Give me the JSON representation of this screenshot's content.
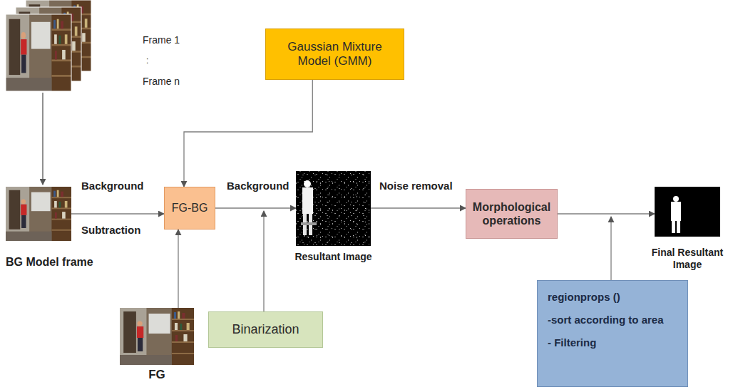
{
  "diagram": {
    "nodes": [
      {
        "text": [
          "Gaussian Mixture Model (GMM)"
        ]
      },
      {
        "text": [
          "BG Model frame"
        ]
      },
      {
        "text": [
          "FG-BG"
        ]
      },
      {
        "text": [
          "Resultant Image"
        ]
      },
      {
        "text": [
          "Morphological operations"
        ]
      },
      {
        "text": [
          "Final Resultant Image"
        ]
      },
      {
        "text": [
          "FG"
        ]
      },
      {
        "text": [
          "Binarization"
        ]
      },
      {
        "text": [
          "regionprops ()",
          "-sort according to area",
          "- Filtering"
        ]
      }
    ],
    "edges": [
      {
        "from": 0,
        "to": 2,
        "arrow": "to"
      },
      {
        "from": 1,
        "to": 2,
        "arrow": "to"
      },
      {
        "from": 6,
        "to": 2,
        "arrow": "to"
      },
      {
        "from": 2,
        "to": 3,
        "arrow": "to"
      },
      {
        "from": 3,
        "to": 4,
        "arrow": "to"
      },
      {
        "from": 4,
        "to": 5,
        "arrow": "to"
      }
    ],
    "labels": [
      "Frame 1",
      ":",
      "Frame n",
      "Background",
      "Subtraction",
      "Background",
      "Noise removal"
    ]
  }
}
